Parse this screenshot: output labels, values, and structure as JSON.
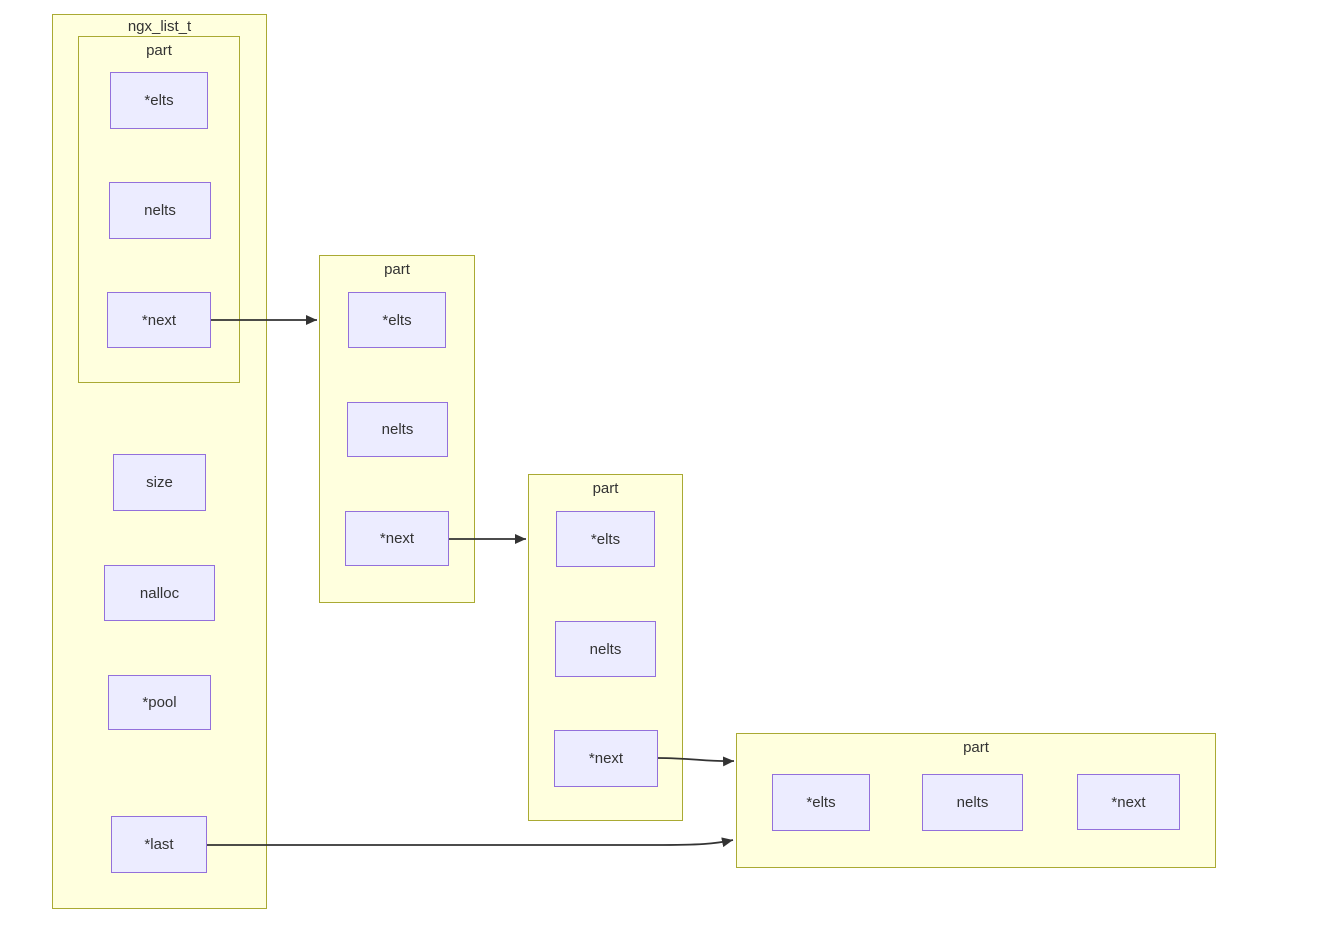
{
  "diagram": {
    "type": "flowchart",
    "subject": "ngx_list_t linked list structure",
    "colors": {
      "background": "#ffffff",
      "cluster_fill": "#ffffde",
      "cluster_border": "#aaaa33",
      "node_fill": "#ececff",
      "node_border": "#9370db",
      "edge": "#333333",
      "text": "#333333"
    },
    "clusters": [
      {
        "name": "ngx_list_t",
        "label": "ngx_list_t"
      },
      {
        "name": "part-1",
        "label": "part",
        "parent": "ngx_list_t"
      },
      {
        "name": "part-2",
        "label": "part"
      },
      {
        "name": "part-3",
        "label": "part"
      },
      {
        "name": "part-4",
        "label": "part"
      }
    ],
    "nodes": [
      {
        "id": "p1-elts",
        "label": "*elts",
        "cluster": "part-1"
      },
      {
        "id": "p1-nelts",
        "label": "nelts",
        "cluster": "part-1"
      },
      {
        "id": "p1-next",
        "label": "*next",
        "cluster": "part-1"
      },
      {
        "id": "size",
        "label": "size",
        "cluster": "ngx_list_t"
      },
      {
        "id": "nalloc",
        "label": "nalloc",
        "cluster": "ngx_list_t"
      },
      {
        "id": "pool",
        "label": "*pool",
        "cluster": "ngx_list_t"
      },
      {
        "id": "last",
        "label": "*last",
        "cluster": "ngx_list_t"
      },
      {
        "id": "p2-elts",
        "label": "*elts",
        "cluster": "part-2"
      },
      {
        "id": "p2-nelts",
        "label": "nelts",
        "cluster": "part-2"
      },
      {
        "id": "p2-next",
        "label": "*next",
        "cluster": "part-2"
      },
      {
        "id": "p3-elts",
        "label": "*elts",
        "cluster": "part-3"
      },
      {
        "id": "p3-nelts",
        "label": "nelts",
        "cluster": "part-3"
      },
      {
        "id": "p3-next",
        "label": "*next",
        "cluster": "part-3"
      },
      {
        "id": "p4-elts",
        "label": "*elts",
        "cluster": "part-4"
      },
      {
        "id": "p4-nelts",
        "label": "nelts",
        "cluster": "part-4"
      },
      {
        "id": "p4-next",
        "label": "*next",
        "cluster": "part-4"
      }
    ],
    "edges": [
      {
        "from": "p1-next",
        "to": "part-2"
      },
      {
        "from": "p2-next",
        "to": "part-3"
      },
      {
        "from": "p3-next",
        "to": "part-4"
      },
      {
        "from": "last",
        "to": "part-4"
      }
    ]
  }
}
